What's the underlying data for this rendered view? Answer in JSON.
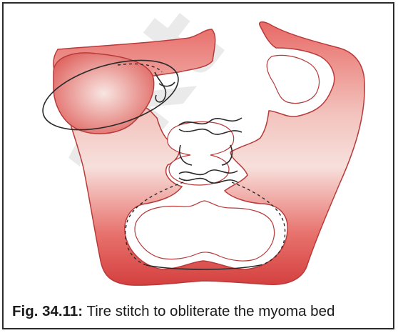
{
  "figure": {
    "caption_label": "Fig. 34.11:",
    "caption_text": "Tire stitch to obliterate the myoma bed"
  },
  "watermark": {
    "text": "akt",
    "color": "#d9d9d9"
  },
  "colors": {
    "tissue_dark": "#d8484a",
    "tissue_light": "#f6dcd8",
    "suture": "#2a2a2a",
    "frame": "#2b2b2b"
  }
}
